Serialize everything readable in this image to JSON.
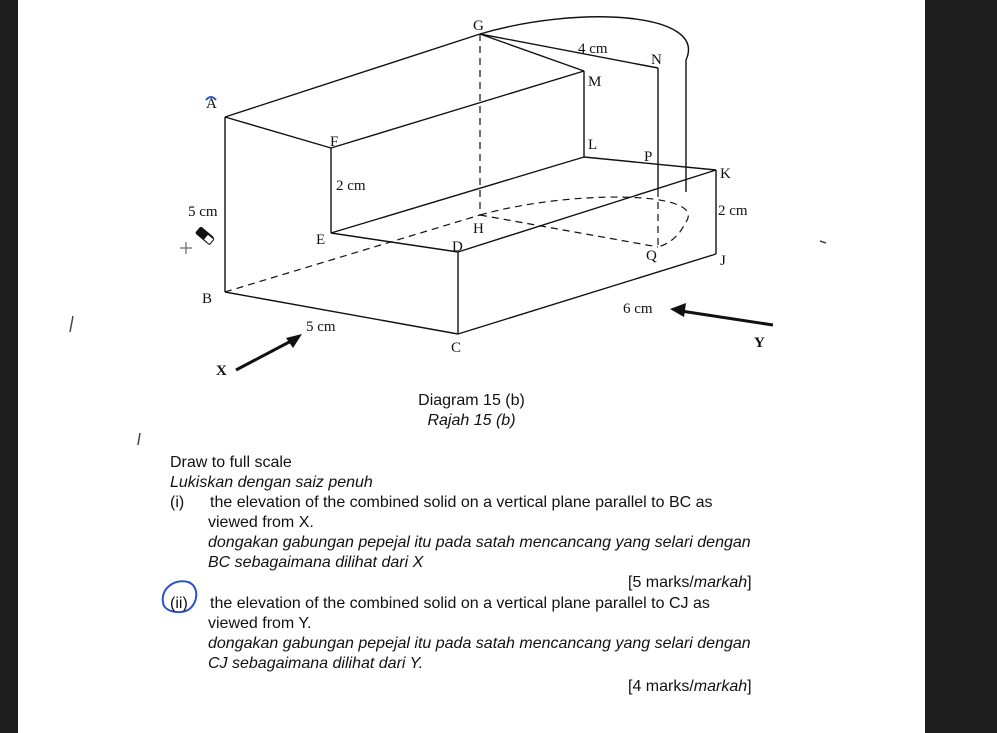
{
  "diagram": {
    "points": {
      "G": "G",
      "N": "N",
      "M": "M",
      "A": "A",
      "F": "F",
      "L": "L",
      "P": "P",
      "K": "K",
      "H": "H",
      "E": "E",
      "D": "D",
      "Q": "Q",
      "J": "J",
      "B": "B",
      "C": "C",
      "X": "X",
      "Y": "Y"
    },
    "dimensions": {
      "gn": "4 cm",
      "fe": "2 cm",
      "ab": "5 cm",
      "kj": "2 cm",
      "bc": "5 cm",
      "cj": "6 cm"
    }
  },
  "captions": {
    "title_en": "Diagram 15 (b)",
    "title_ms": "Rajah 15 (b)"
  },
  "questions": {
    "instruction_en": "Draw to full scale",
    "instruction_ms": "Lukiskan dengan saiz penuh",
    "q1": {
      "num": "(i)",
      "line1": "the elevation of the combined solid on a vertical plane parallel to BC as",
      "line2": "viewed from X.",
      "ms_line1": "dongakan gabungan pepejal itu pada satah mencancang yang selari dengan",
      "ms_line2": "BC sebagaimana dilihat dari X",
      "marks": "[5 marks/",
      "marks_ms": "markah",
      "marks_end": "]"
    },
    "q2": {
      "num": "(ii)",
      "line1": "the elevation of the combined solid on a vertical plane parallel to CJ as",
      "line2": "viewed from Y.",
      "ms_line1": "dongakan gabungan pepejal itu pada satah mencancang yang selari dengan",
      "ms_line2": "CJ sebagaimana dilihat dari Y.",
      "marks": "[4 marks/",
      "marks_ms": "markah",
      "marks_end": "]"
    }
  },
  "colors": {
    "page": "#ffffff",
    "background": "#1e1e1e",
    "annotation": "#2a52c9"
  }
}
